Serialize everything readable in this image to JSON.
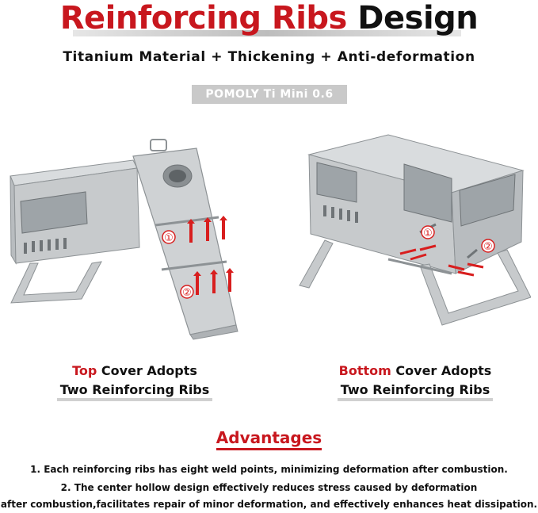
{
  "title": {
    "part1": "Reinforcing Ribs",
    "part2": "Design"
  },
  "subtitle": "Titanium Material + Thickening + Anti-deformation",
  "model": "POMOLY Ti Mini 0.6",
  "left_image": {
    "markers": [
      "①",
      "②"
    ]
  },
  "right_image": {
    "markers": [
      "①",
      "②"
    ]
  },
  "left_caption": {
    "highlight": "Top",
    "rest": " Cover Adopts",
    "line2": "Two Reinforcing Ribs"
  },
  "right_caption": {
    "highlight": "Bottom",
    "rest": " Cover Adopts",
    "line2": "Two Reinforcing Ribs"
  },
  "advantages": {
    "title": "Advantages",
    "items": [
      "1. Each reinforcing ribs has eight weld points, minimizing deformation after combustion.",
      "2. The center hollow design effectively reduces stress caused by deformation",
      "after combustion,facilitates repair of minor deformation, and effectively enhances heat dissipation."
    ]
  },
  "colors": {
    "accent": "#c8171e",
    "steel": "#c7cacc",
    "badge": "#c9c9c9"
  }
}
